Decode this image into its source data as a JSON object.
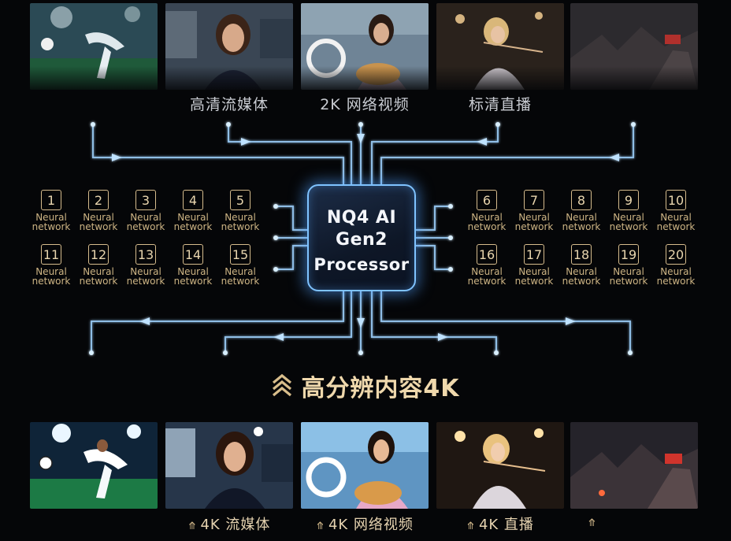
{
  "top_captions": [
    "",
    "高清流媒体",
    "2K 网络视频",
    "标清直播",
    ""
  ],
  "bottom_captions": [
    "",
    "4K 流媒体",
    "4K 网络视频",
    "4K 直播",
    ""
  ],
  "chip": {
    "line1": "NQ4 AI",
    "line2": "Gen2",
    "line3": "Processor"
  },
  "neural_label": "Neural",
  "neural_label2": "network",
  "networks_left": [
    "1",
    "2",
    "3",
    "4",
    "5",
    "11",
    "12",
    "13",
    "14",
    "15"
  ],
  "networks_right": [
    "6",
    "7",
    "8",
    "9",
    "10",
    "16",
    "17",
    "18",
    "19",
    "20"
  ],
  "headline": "高分辨内容4K",
  "scenes": [
    "soccer-player",
    "news-anchor",
    "guitar-player",
    "violinist",
    "game-scene"
  ],
  "colors": {
    "gold": "#d6bc8d",
    "glow": "#7fc3ff",
    "line": "#9fd2ff",
    "background": "#050608"
  }
}
